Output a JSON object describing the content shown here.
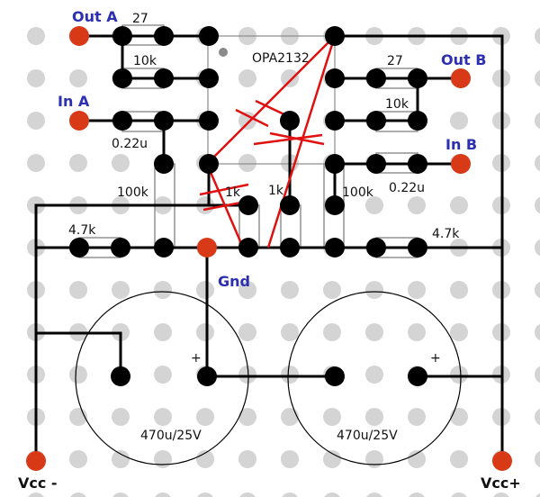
{
  "colors": {
    "grid_dot": "#d4d4d4",
    "wire": "#000000",
    "pad": "#000000",
    "terminal": "#d83a17",
    "cut": "#e01010",
    "label_blue": "#2b2fb0",
    "component_outline": "#8a8a8a",
    "outline": "#000000"
  },
  "labels": {
    "out_a": "Out A",
    "out_b": "Out B",
    "in_a": "In A",
    "in_b": "In B",
    "gnd": "Gnd",
    "vcc_minus": "Vcc -",
    "vcc_plus": "Vcc+",
    "chip": "OPA2132",
    "r27_a": "27",
    "r27_b": "27",
    "r10k_a": "10k",
    "r10k_b": "10k",
    "c022_a": "0.22u",
    "c022_b": "0.22u",
    "r100k_a": "100k",
    "r100k_b": "100k",
    "r1k_a": "1k",
    "r1k_b": "1k",
    "r47k_a": "4.7k",
    "r47k_b": "4.7k",
    "cap_big_a": "470u/25V",
    "cap_big_b": "470u/25V",
    "plus_a": "+",
    "plus_b": "+"
  }
}
